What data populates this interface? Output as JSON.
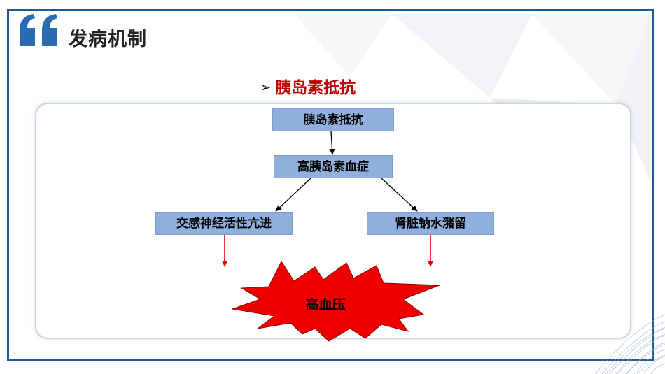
{
  "header": {
    "title": "发病机制",
    "quote_icon": "double-quote-icon",
    "accent_color": "#2b6cb0"
  },
  "subtitle": {
    "bullet_icon": "arrow-bullet-icon",
    "text": "胰岛素抵抗",
    "color": "#c00000"
  },
  "diagram": {
    "nodes": {
      "top": "胰岛素抵抗",
      "middle": "高胰岛素血症",
      "left": "交感神经活性亢进",
      "right": "肾脏钠水潴留",
      "result": "高血压"
    },
    "box_color": "#8fb0dc",
    "burst_color": "#ee0000",
    "down_arrow_color": "#dd0000"
  }
}
